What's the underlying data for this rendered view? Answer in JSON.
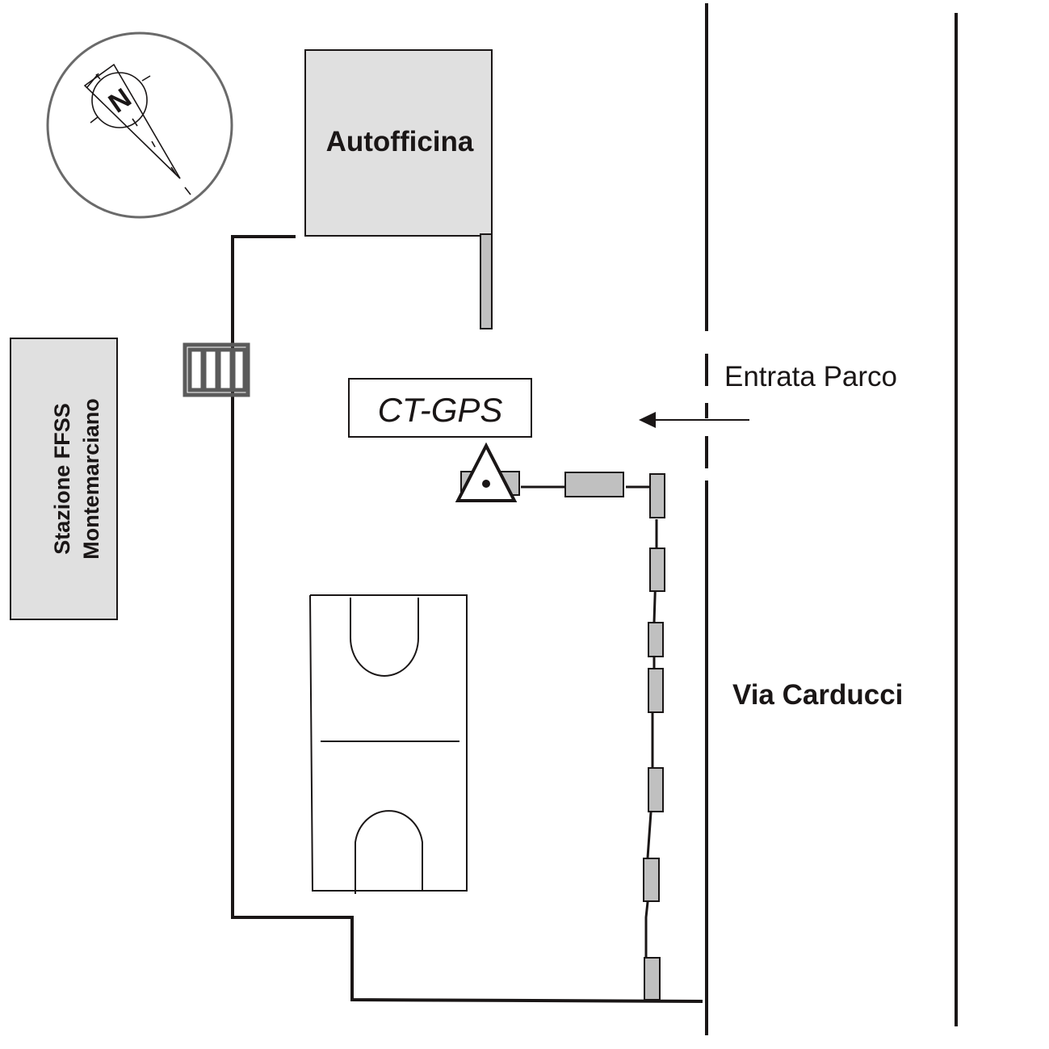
{
  "map": {
    "type": "site-plan",
    "compass": {
      "label": "N",
      "icon": "north-arrow-icon"
    },
    "buildings": {
      "autofficina": {
        "label": "Autofficina"
      },
      "station": {
        "line1": "Stazione FFSS",
        "line2": "Montemarciano"
      }
    },
    "station_marker": {
      "label": "CT-GPS",
      "icon": "survey-triangle-icon"
    },
    "entrance": {
      "label": "Entrata Parco",
      "icon": "arrow-left-icon"
    },
    "street": {
      "label": "Via Carducci"
    },
    "features": [
      "gate",
      "basketball-court",
      "fence-posts",
      "park-boundary",
      "road-edges"
    ],
    "colors": {
      "building_fill": "#e0e0e0",
      "post_fill": "#c0c0c0",
      "gate_stroke": "#5a5a5a",
      "line": "#1a1616",
      "compass_ring": "#6a6a6a"
    }
  }
}
